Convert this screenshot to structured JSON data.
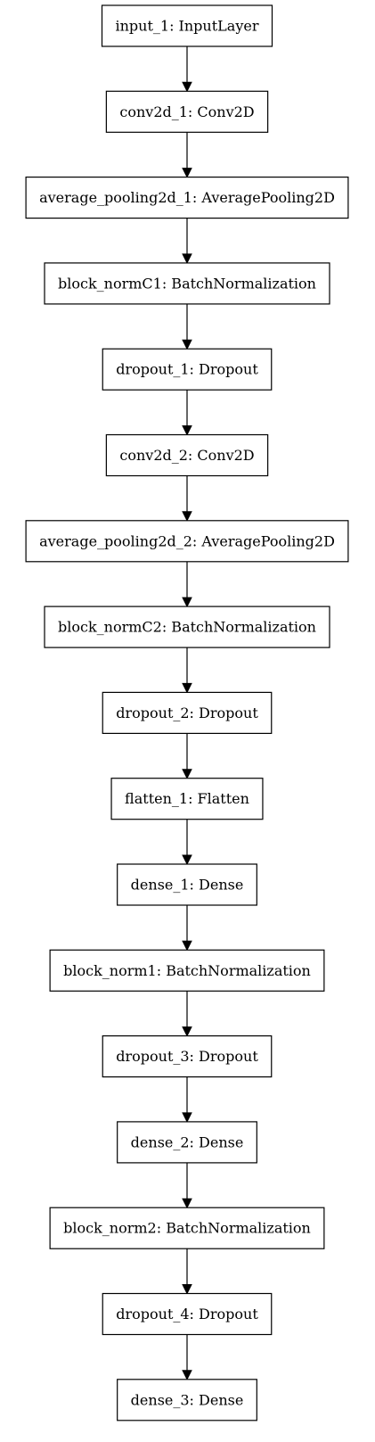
{
  "diagram": {
    "nodes": [
      {
        "id": "input_1",
        "label": "input_1: InputLayer"
      },
      {
        "id": "conv2d_1",
        "label": "conv2d_1: Conv2D"
      },
      {
        "id": "average_pooling2d_1",
        "label": "average_pooling2d_1: AveragePooling2D"
      },
      {
        "id": "block_normC1",
        "label": "block_normC1: BatchNormalization"
      },
      {
        "id": "dropout_1",
        "label": "dropout_1: Dropout"
      },
      {
        "id": "conv2d_2",
        "label": "conv2d_2: Conv2D"
      },
      {
        "id": "average_pooling2d_2",
        "label": "average_pooling2d_2: AveragePooling2D"
      },
      {
        "id": "block_normC2",
        "label": "block_normC2: BatchNormalization"
      },
      {
        "id": "dropout_2",
        "label": "dropout_2: Dropout"
      },
      {
        "id": "flatten_1",
        "label": "flatten_1: Flatten"
      },
      {
        "id": "dense_1",
        "label": "dense_1: Dense"
      },
      {
        "id": "block_norm1",
        "label": "block_norm1: BatchNormalization"
      },
      {
        "id": "dropout_3",
        "label": "dropout_3: Dropout"
      },
      {
        "id": "dense_2",
        "label": "dense_2: Dense"
      },
      {
        "id": "block_norm2",
        "label": "block_norm2: BatchNormalization"
      },
      {
        "id": "dropout_4",
        "label": "dropout_4: Dropout"
      },
      {
        "id": "dense_3",
        "label": "dense_3: Dense"
      }
    ],
    "edges": [
      {
        "from": "input_1",
        "to": "conv2d_1"
      },
      {
        "from": "conv2d_1",
        "to": "average_pooling2d_1"
      },
      {
        "from": "average_pooling2d_1",
        "to": "block_normC1"
      },
      {
        "from": "block_normC1",
        "to": "dropout_1"
      },
      {
        "from": "dropout_1",
        "to": "conv2d_2"
      },
      {
        "from": "conv2d_2",
        "to": "average_pooling2d_2"
      },
      {
        "from": "average_pooling2d_2",
        "to": "block_normC2"
      },
      {
        "from": "block_normC2",
        "to": "dropout_2"
      },
      {
        "from": "dropout_2",
        "to": "flatten_1"
      },
      {
        "from": "flatten_1",
        "to": "dense_1"
      },
      {
        "from": "dense_1",
        "to": "block_norm1"
      },
      {
        "from": "block_norm1",
        "to": "dropout_3"
      },
      {
        "from": "dropout_3",
        "to": "dense_2"
      },
      {
        "from": "dense_2",
        "to": "block_norm2"
      },
      {
        "from": "block_norm2",
        "to": "dropout_4"
      },
      {
        "from": "dropout_4",
        "to": "dense_3"
      }
    ]
  }
}
